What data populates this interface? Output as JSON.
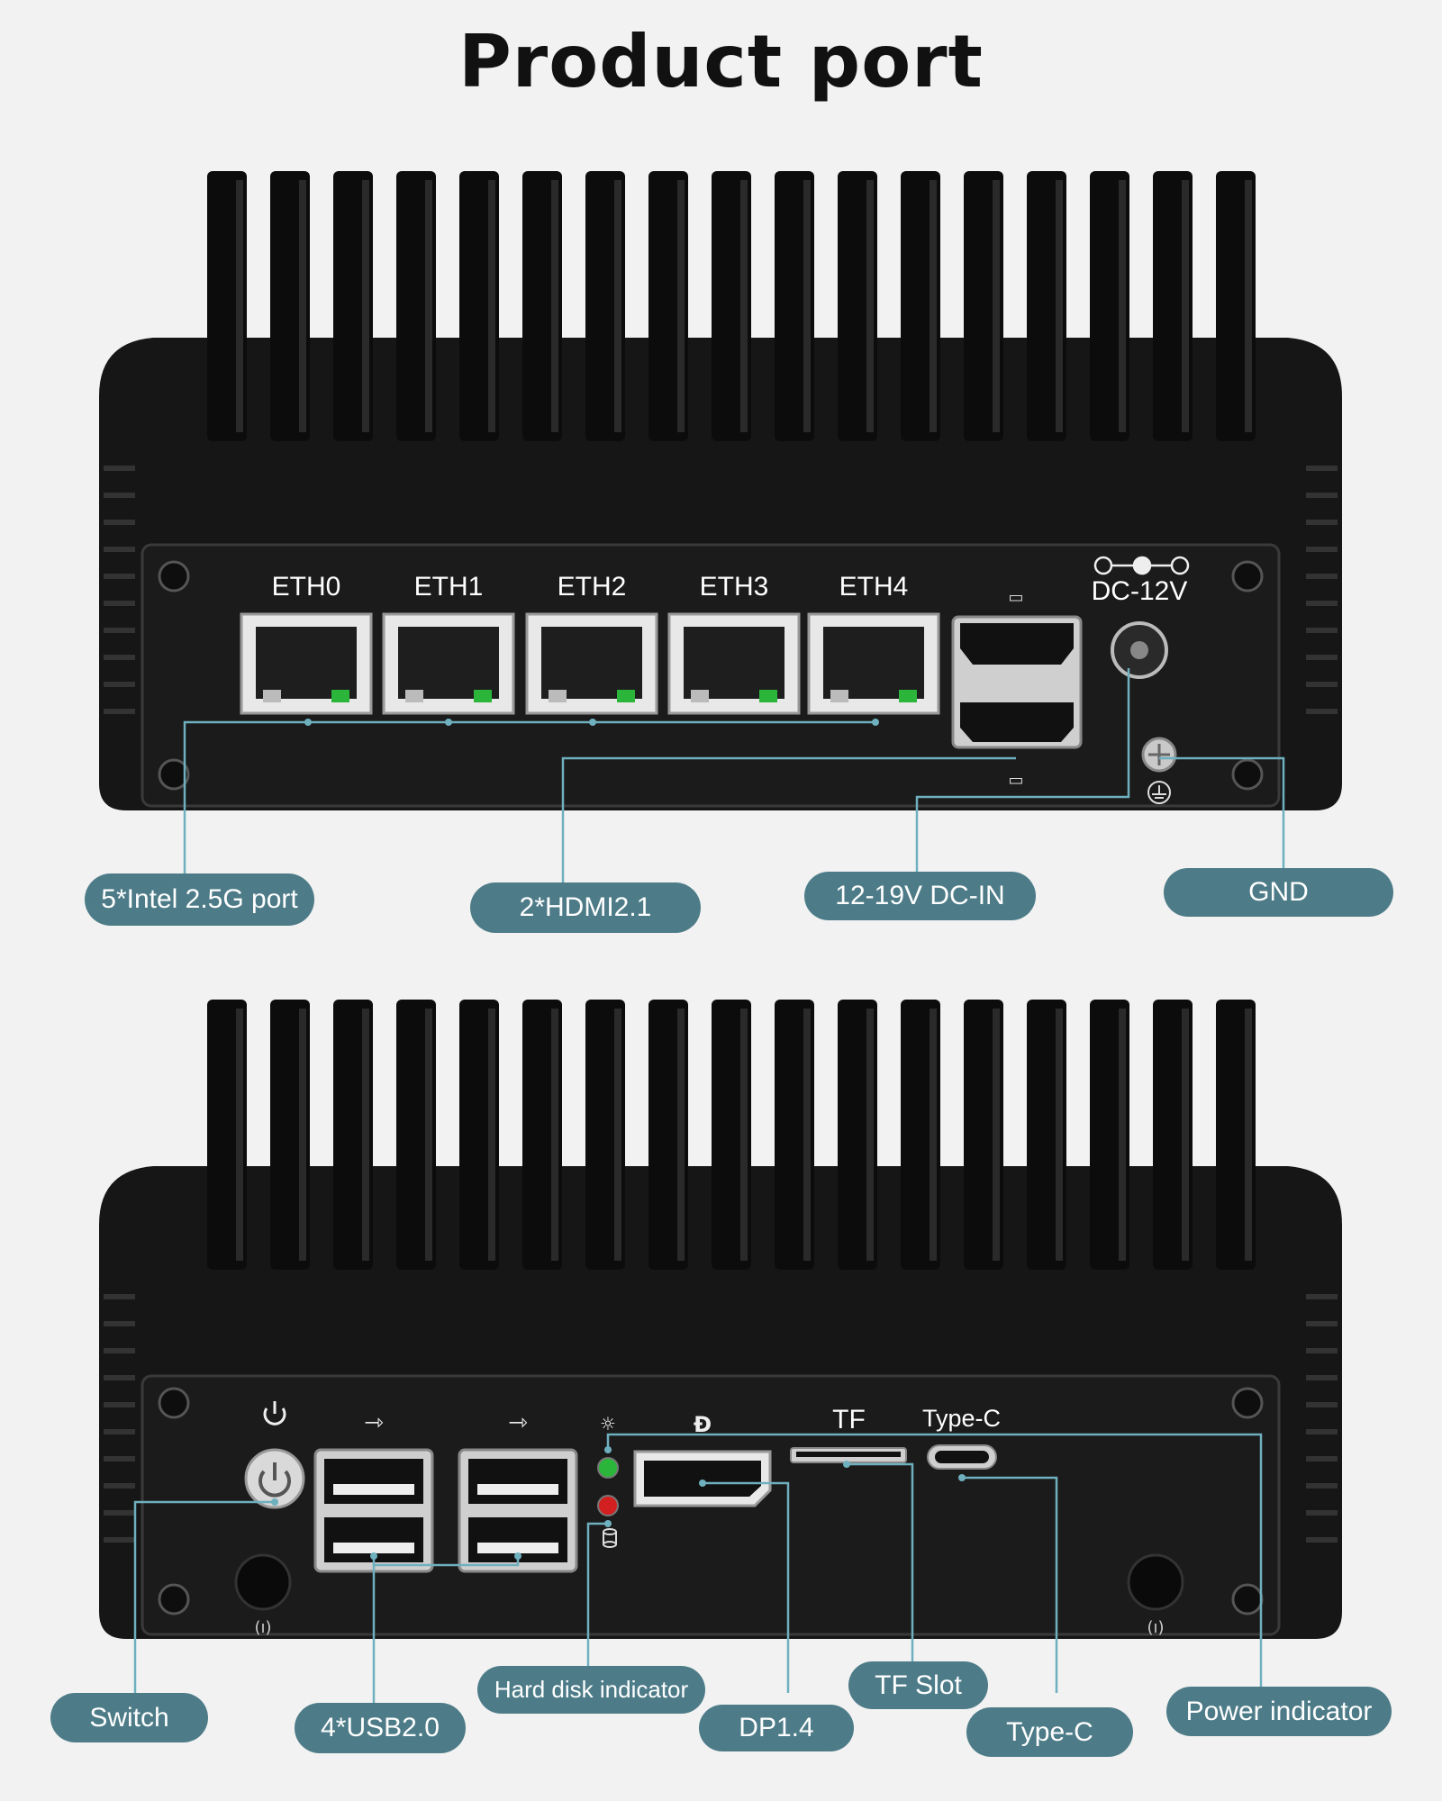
{
  "title": "Product port",
  "top_panel": {
    "eth_labels": [
      "ETH0",
      "ETH1",
      "ETH2",
      "ETH3",
      "ETH4"
    ],
    "dc_label": "DC-12V",
    "callouts": {
      "eth": "5*Intel 2.5G port",
      "hdmi": "2*HDMI2.1",
      "dcin": "12-19V DC-IN",
      "gnd": "GND"
    }
  },
  "bottom_panel": {
    "tf_label": "TF",
    "typec_label": "Type-C",
    "callouts": {
      "switch": "Switch",
      "usb": "4*USB2.0",
      "hdd": "Hard disk indicator",
      "dp": "DP1.4",
      "tf": "TF Slot",
      "typec": "Type-C",
      "power": "Power indicator"
    }
  },
  "colors": {
    "callout_bg": "#4d7c88",
    "line": "#6fb0bf",
    "chassis": "#111111",
    "led_green": "#2bb53a",
    "led_red": "#d21f1f"
  },
  "icons": [
    "power-icon",
    "usb-icon",
    "displayport-icon",
    "led-icon",
    "hdd-icon",
    "antenna-icon",
    "ground-icon",
    "hdmi-icon"
  ]
}
